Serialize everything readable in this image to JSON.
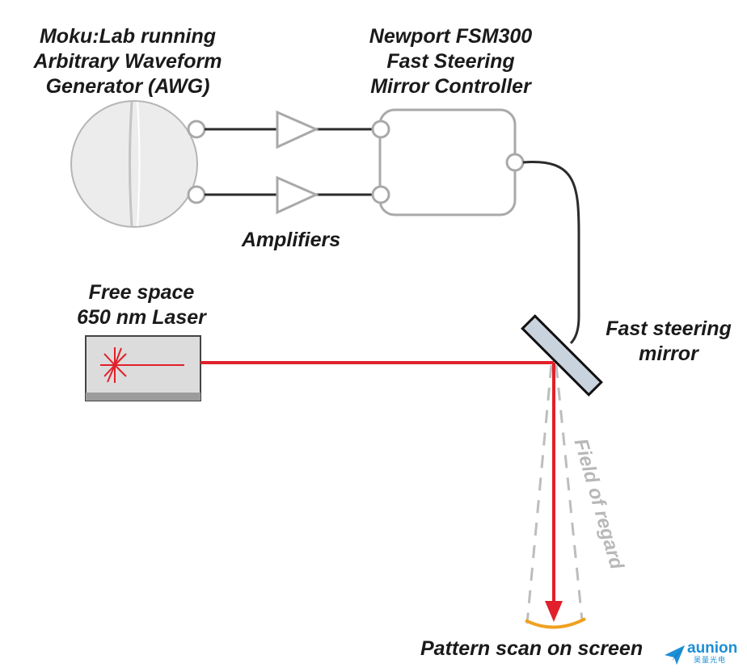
{
  "labels": {
    "moku": [
      "Moku:Lab running",
      "Arbitrary Waveform",
      "Generator (AWG)"
    ],
    "newport": [
      "Newport FSM300",
      "Fast Steering",
      "Mirror Controller"
    ],
    "amplifiers": "Amplifiers",
    "laser": [
      "Free space",
      "650 nm Laser"
    ],
    "fsm": [
      "Fast steering",
      "mirror"
    ],
    "field": "Field of regard",
    "pattern": "Pattern scan on screen"
  },
  "logo": {
    "text": "aunion",
    "subtext": "昊量光电"
  },
  "colors": {
    "laser_beam": "#e0202a",
    "wire": "#2b2b2b",
    "device_outline": "#a9a9a9",
    "moku_body": "#ececec",
    "laser_body": "#dcdcdc",
    "mirror_glass": "#c9d3de",
    "scan_arc": "#f0a020",
    "field_dash": "#bdbdbd",
    "logo": "#1c8fd6"
  },
  "icons": [
    "moku-lab-device-icon",
    "amplifier-triangle-icon",
    "fsm-controller-box-icon",
    "laser-burst-icon",
    "mirror-icon",
    "logo-plane-icon"
  ]
}
